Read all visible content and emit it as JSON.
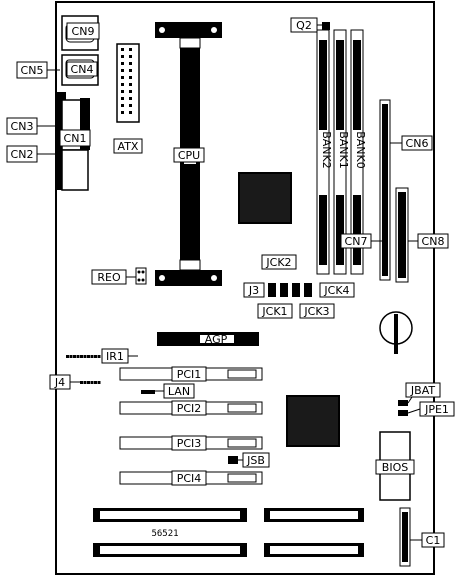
{
  "labels": {
    "on9": "CN9",
    "on5": "CN5",
    "on4": "CN4",
    "on3": "CN3",
    "on1": "CN1",
    "on2": "CN2",
    "atx": "ATX",
    "cpu": "CPU",
    "q2": "Q2",
    "bank2": "BANK2",
    "bank1": "BANK1",
    "bank0": "BANK0",
    "cn8": "CN8",
    "cn7": "CN7",
    "cn6": "CN6",
    "reo": "REO",
    "jck2": "JCK2",
    "j3": "J3",
    "jck4": "JCK4",
    "jck1": "JCK1",
    "jck3": "JCK3",
    "agp": "AGP",
    "ir1": "IR1",
    "j4": "J4",
    "pci1": "PCI1",
    "lan": "LAN",
    "pci2": "PCI2",
    "pci3": "PCI3",
    "jsb": "JSB",
    "pci4": "PCI4",
    "jbat": "JBAT",
    "jpe1": "JPE1",
    "bios": "BIOS",
    "c1": "C1",
    "board_code": "56521"
  }
}
